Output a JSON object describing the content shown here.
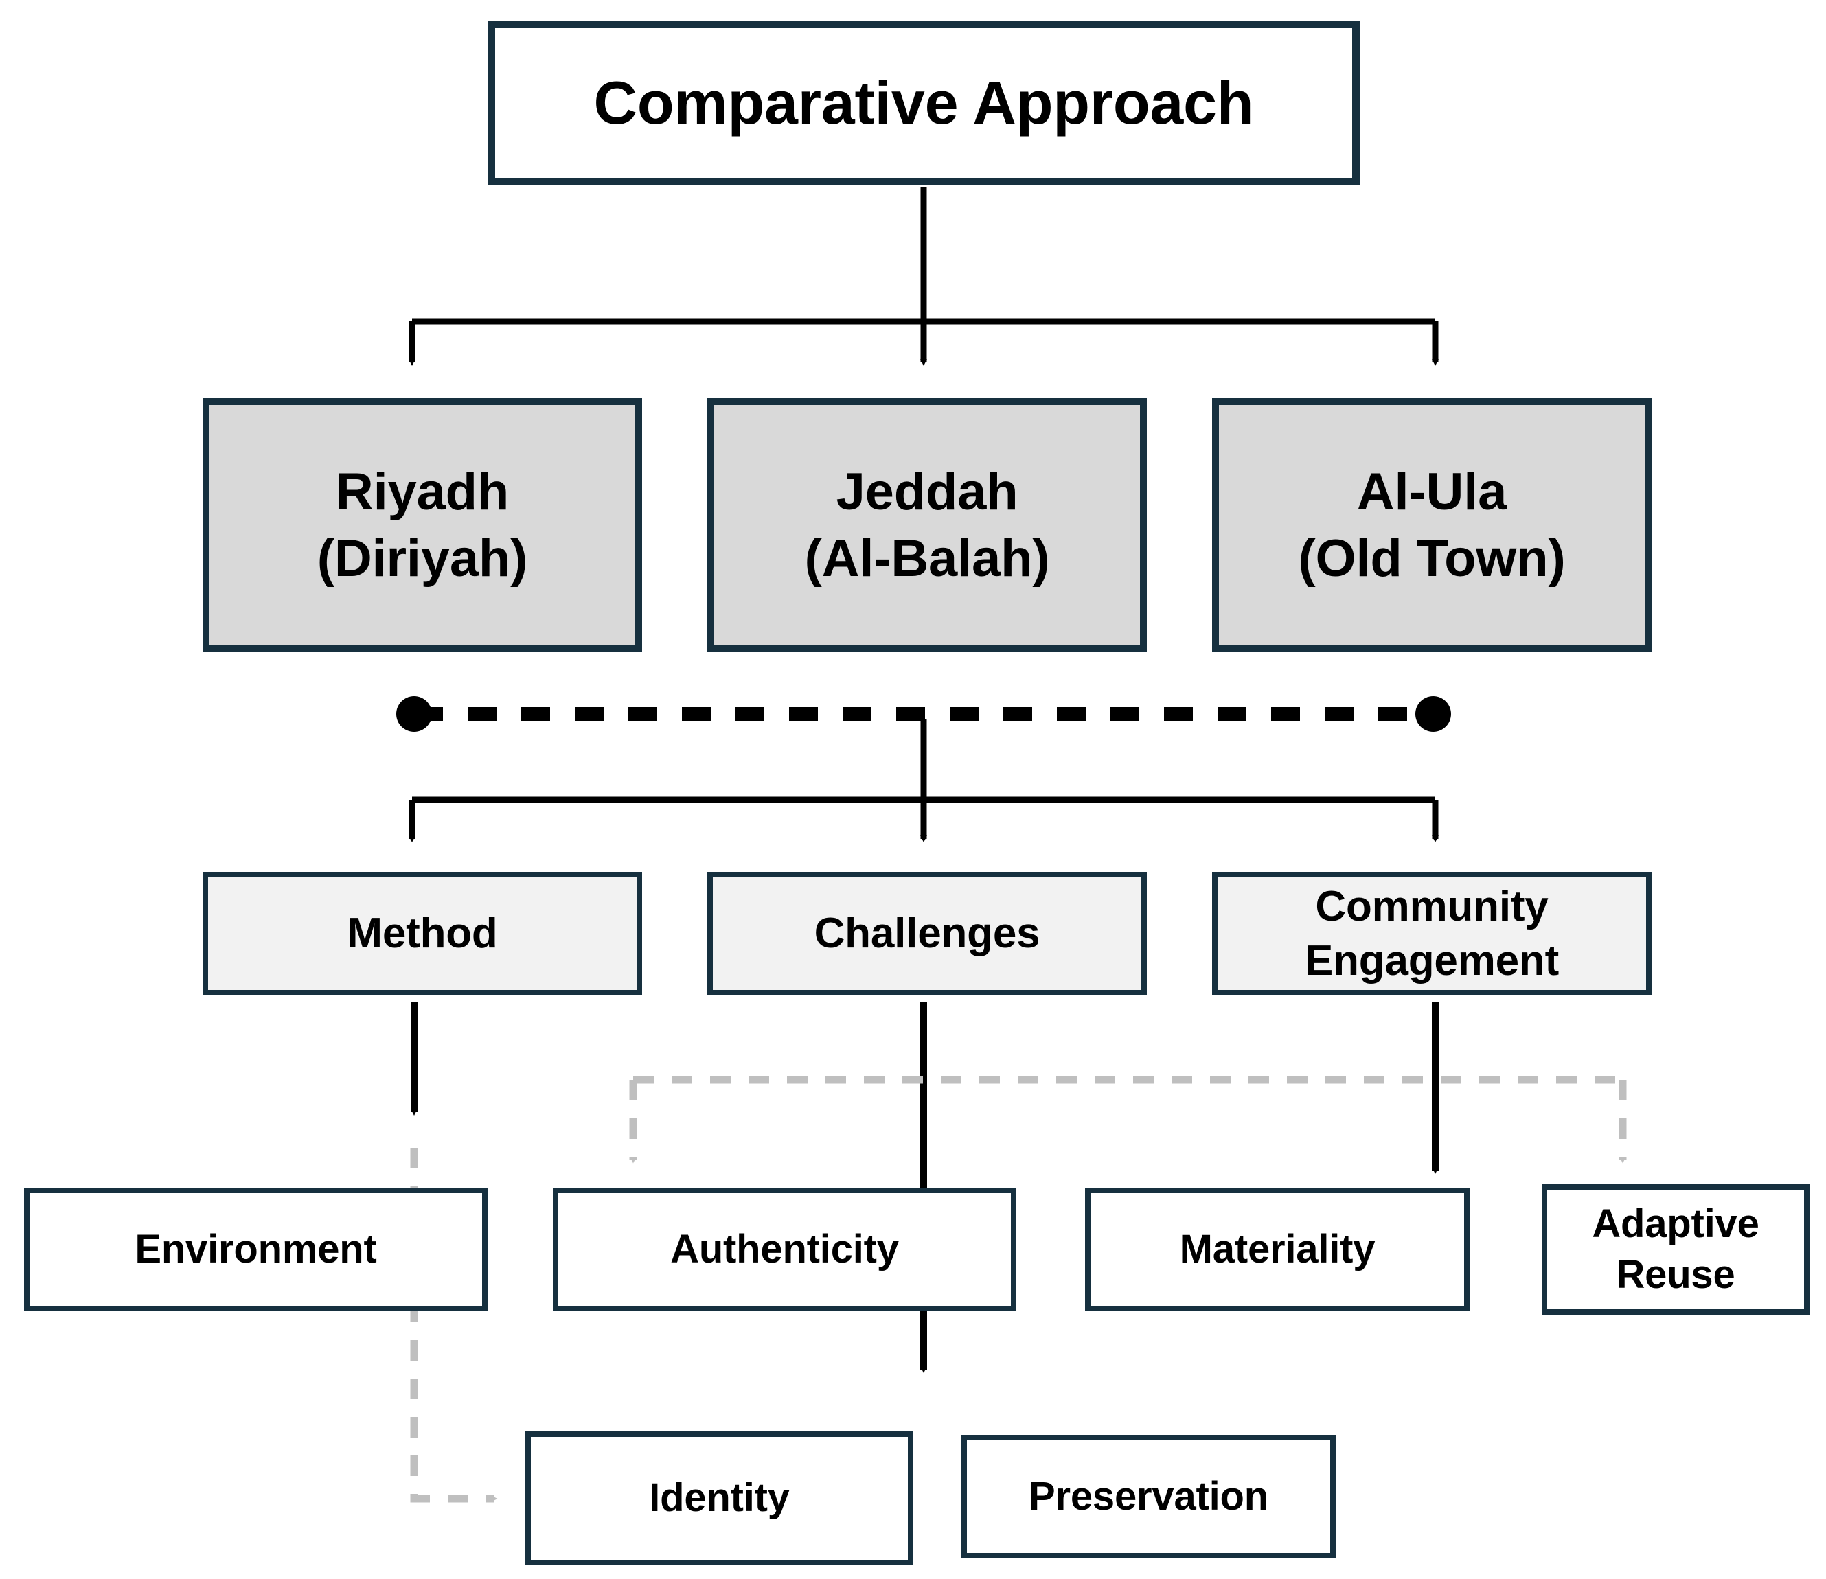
{
  "diagram": {
    "title": "Comparative Approach",
    "colors": {
      "border": "#16303f",
      "case_fill": "#d9d9d9",
      "theme_fill": "#f2f2f2",
      "leaf_fill": "#ffffff",
      "solid_connector": "#000000",
      "dashed_connector": "#bfbfbf",
      "background": "#ffffff"
    },
    "levels": {
      "root": {
        "label": "Comparative Approach"
      },
      "case_studies": [
        {
          "id": "riyadh",
          "line1": "Riyadh",
          "line2": "(Diriyah)"
        },
        {
          "id": "jeddah",
          "line1": "Jeddah",
          "line2": "(Al-Balah)"
        },
        {
          "id": "alula",
          "line1": "Al-Ula",
          "line2": "(Old Town)"
        }
      ],
      "themes": [
        {
          "id": "method",
          "line1": "Method",
          "line2": ""
        },
        {
          "id": "challenges",
          "line1": "Challenges",
          "line2": ""
        },
        {
          "id": "community",
          "line1": "Community",
          "line2": "Engagement"
        }
      ],
      "leaves": [
        {
          "id": "environment",
          "line1": "Environment",
          "line2": ""
        },
        {
          "id": "authenticity",
          "line1": "Authenticity",
          "line2": ""
        },
        {
          "id": "materiality",
          "line1": "Materiality",
          "line2": ""
        },
        {
          "id": "adaptive",
          "line1": "Adaptive",
          "line2": "Reuse"
        },
        {
          "id": "identity",
          "line1": "Identity",
          "line2": ""
        },
        {
          "id": "preservation",
          "line1": "Preservation",
          "line2": ""
        }
      ]
    },
    "connectors": {
      "root_to_cases": "solid-fork-three-arrows",
      "comparison_bar": "dashed-line-with-end-dots",
      "bar_to_themes": "solid-fork-three-arrows",
      "method_to_identity": "dashed-elbow-arrow",
      "challenges_to_preservation": "solid-arrow",
      "community_to_materiality": "solid-arrow",
      "community_fork_dashed": "dashed-fork-two-arrows"
    }
  }
}
